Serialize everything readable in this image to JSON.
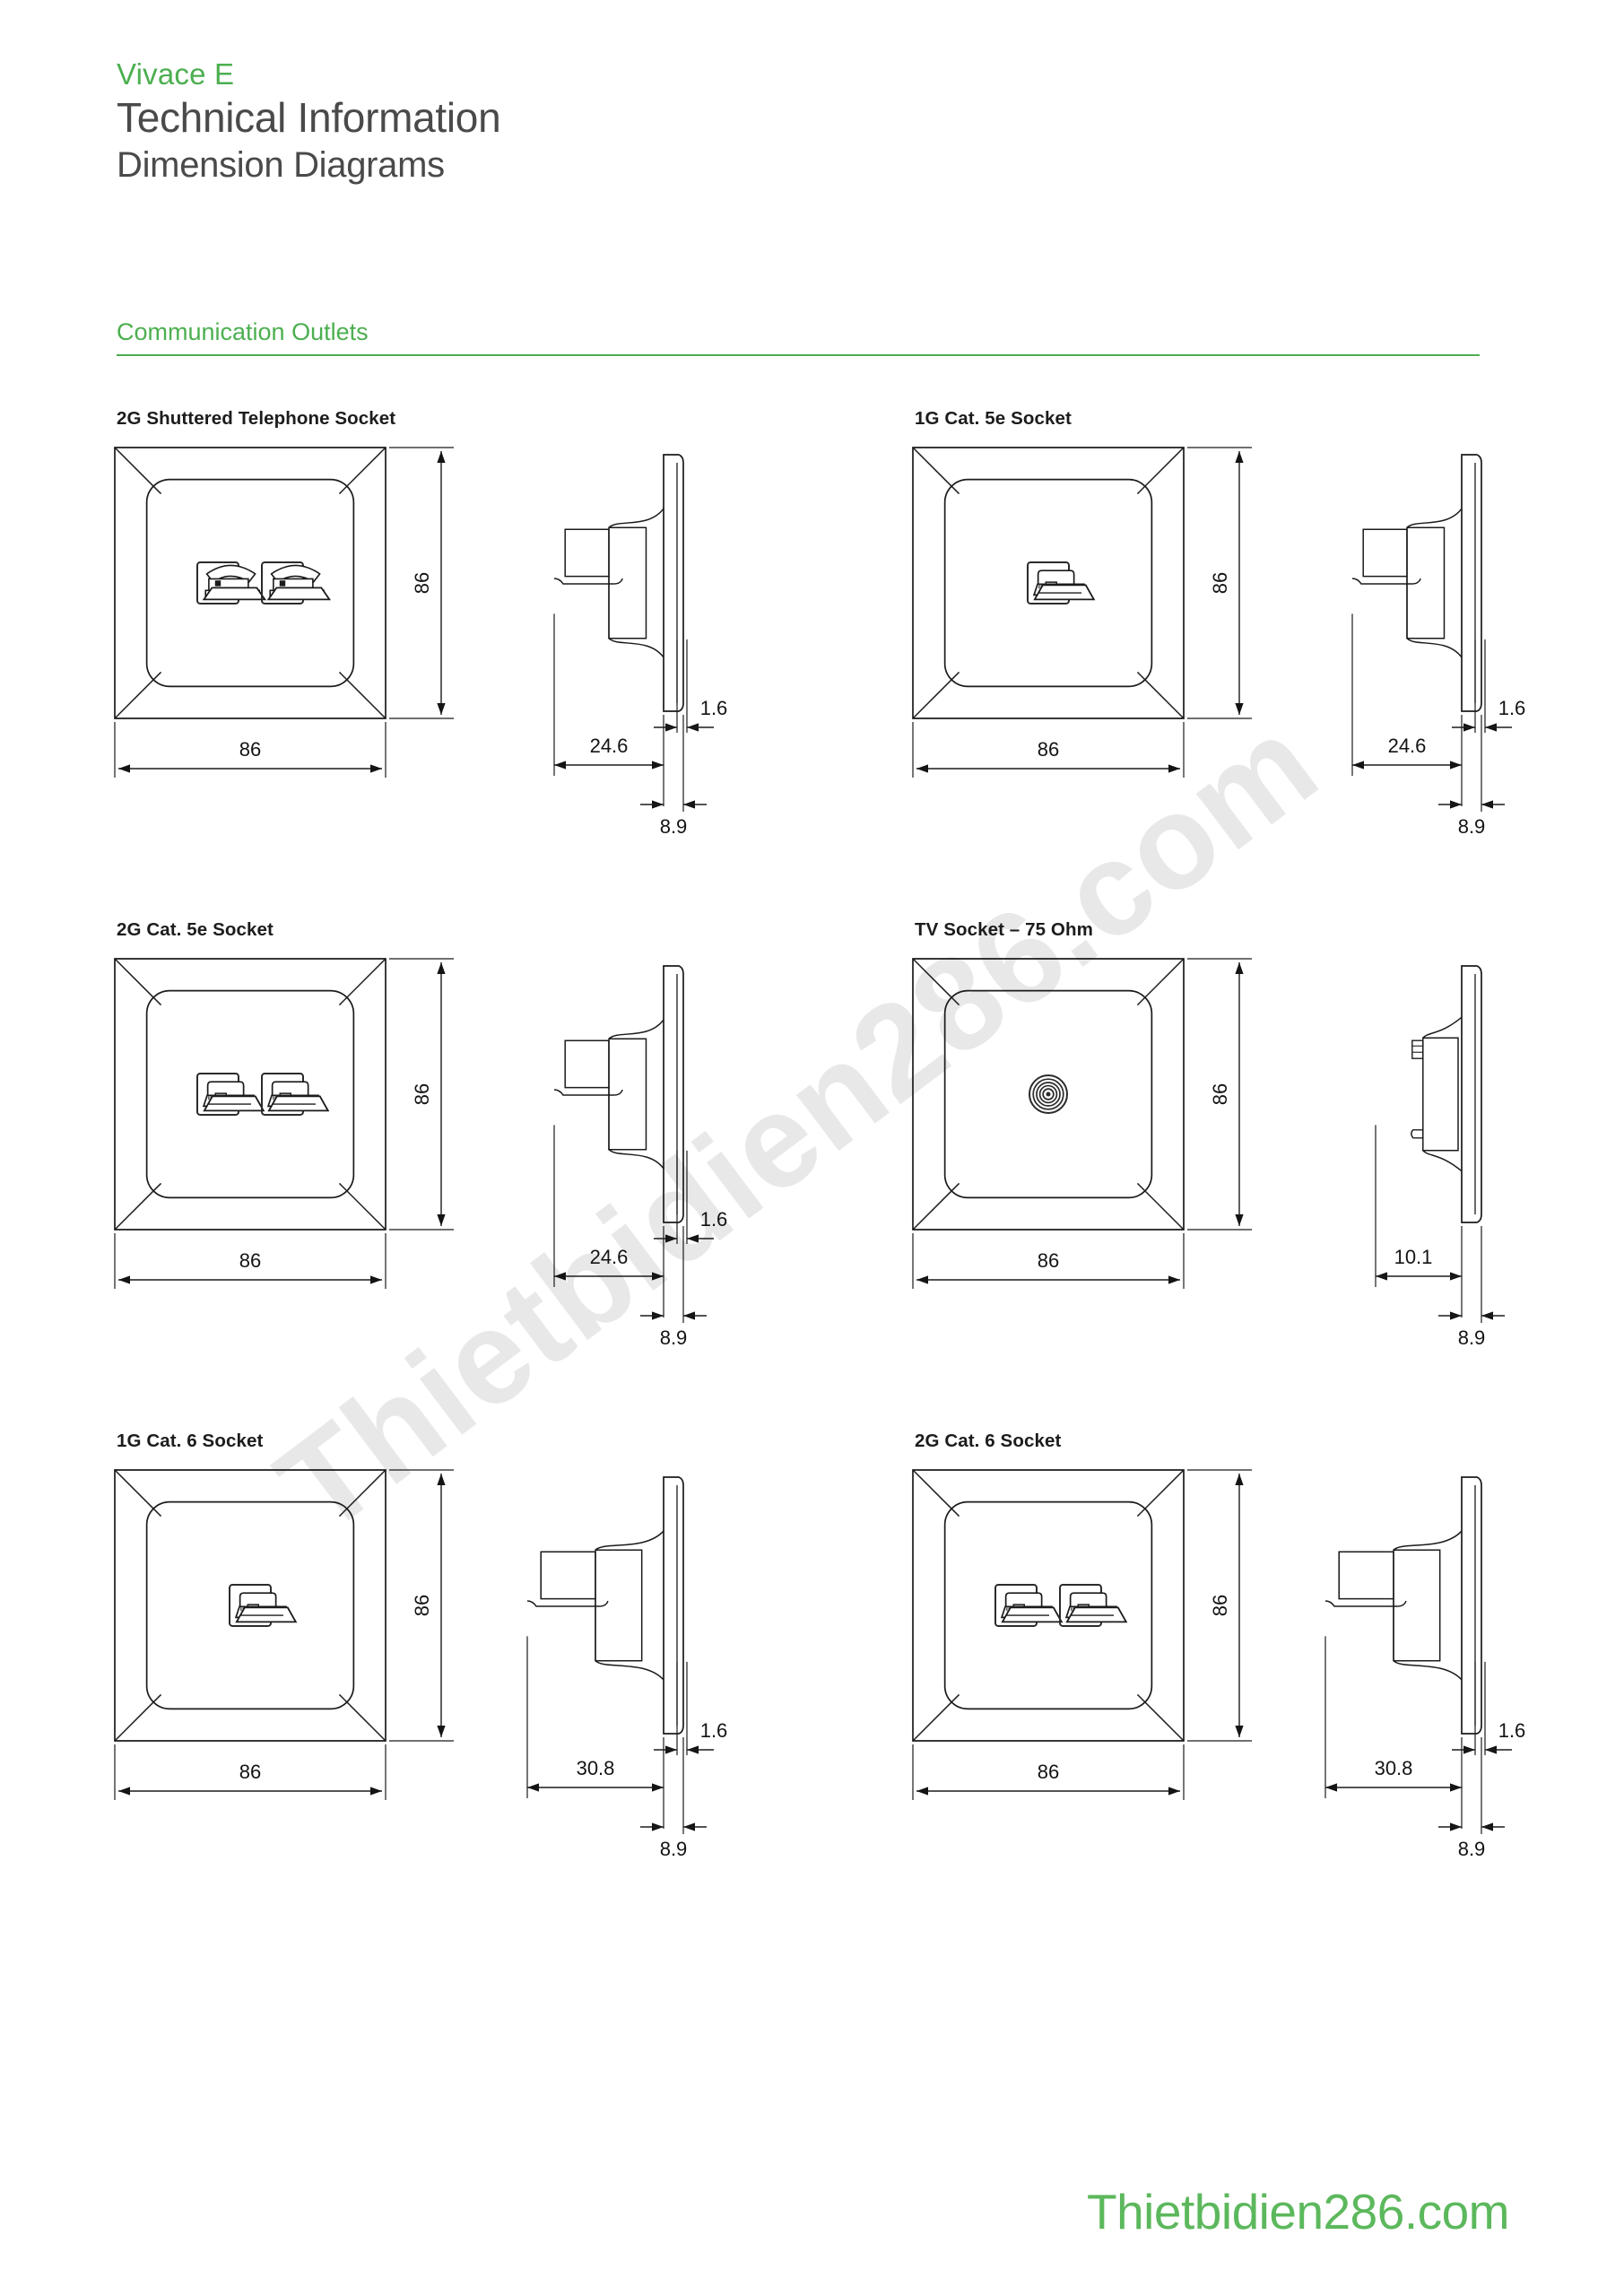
{
  "header": {
    "brand": "Vivace E",
    "title": "Technical Information",
    "subtitle": "Dimension Diagrams"
  },
  "section": {
    "title": "Communication Outlets",
    "accent_color": "#4CAF50"
  },
  "watermark": {
    "text": "Thietbidien286.com"
  },
  "footer": {
    "text": "Thietbidien286.com",
    "color": "#5cb85c"
  },
  "diagrams": [
    {
      "title": "2G Shuttered Telephone Socket",
      "icon": "telephone-socket-icon",
      "gang": 2,
      "front": {
        "width_label": "86",
        "height_label": "86"
      },
      "side": {
        "depth_label": "24.6",
        "plate_label": "8.9",
        "lip_label": "1.6"
      }
    },
    {
      "title": "1G Cat. 5e Socket",
      "icon": "computer-socket-icon",
      "gang": 1,
      "front": {
        "width_label": "86",
        "height_label": "86"
      },
      "side": {
        "depth_label": "24.6",
        "plate_label": "8.9",
        "lip_label": "1.6"
      }
    },
    {
      "title": "2G Cat. 5e Socket",
      "icon": "computer-socket-icon",
      "gang": 2,
      "front": {
        "width_label": "86",
        "height_label": "86"
      },
      "side": {
        "depth_label": "24.6",
        "plate_label": "8.9",
        "lip_label": "1.6"
      }
    },
    {
      "title": "TV Socket – 75 Ohm",
      "icon": "coaxial-connector-icon",
      "gang": 0,
      "front": {
        "width_label": "86",
        "height_label": "86"
      },
      "side": {
        "depth_label": "10.1",
        "plate_label": "8.9",
        "lip_label": ""
      }
    },
    {
      "title": "1G Cat. 6 Socket",
      "icon": "computer-socket-icon",
      "gang": 1,
      "front": {
        "width_label": "86",
        "height_label": "86"
      },
      "side": {
        "depth_label": "30.8",
        "plate_label": "8.9",
        "lip_label": "1.6"
      }
    },
    {
      "title": "2G Cat. 6 Socket",
      "icon": "computer-socket-icon",
      "gang": 2,
      "front": {
        "width_label": "86",
        "height_label": "86"
      },
      "side": {
        "depth_label": "30.8",
        "plate_label": "8.9",
        "lip_label": "1.6"
      }
    }
  ]
}
